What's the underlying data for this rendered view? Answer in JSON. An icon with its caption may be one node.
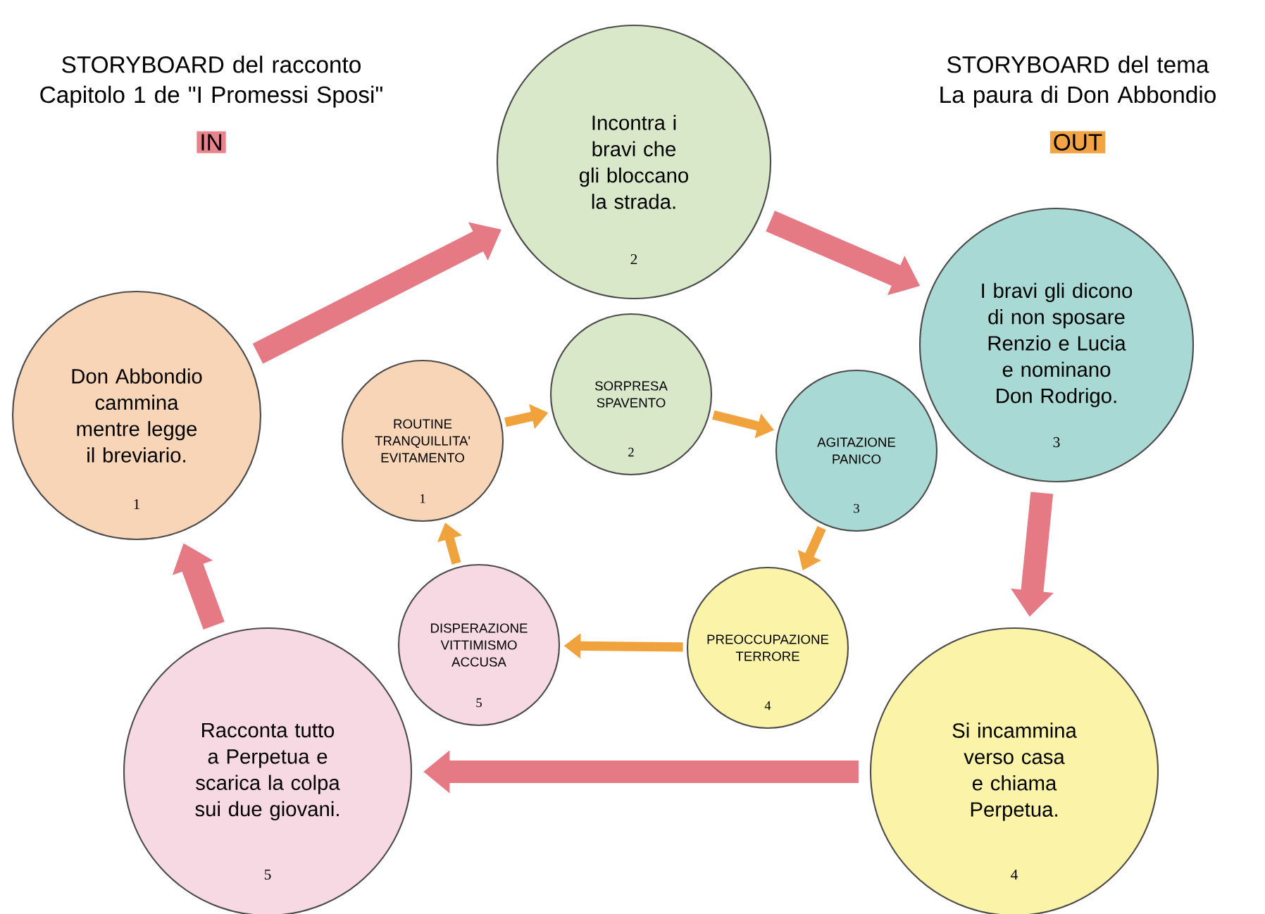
{
  "diagram": {
    "nodes": [
      {
        "text": [
          "Don Abbondio cammina mentre legge il breviario.",
          "1"
        ]
      },
      {
        "text": [
          "Incontra i bravi che gli bloccano la strada.",
          "2"
        ]
      },
      {
        "text": [
          "I bravi gli dicono di non sposare Renzio e Lucia e nominano Don Rodrigo.",
          "3"
        ]
      },
      {
        "text": [
          "Si incammina verso casa e chiama Perpetua.",
          "4"
        ]
      },
      {
        "text": [
          "Racconta tutto a Perpetua e scarica la colpa sui due giovani.",
          "5"
        ]
      },
      {
        "text": [
          "ROUTINE TRANQUILLITA' EVITAMENTO",
          "1"
        ]
      },
      {
        "text": [
          "SORPRESA SPAVENTO",
          "2"
        ]
      },
      {
        "text": [
          "AGITAZIONE PANICO",
          "3"
        ]
      },
      {
        "text": [
          "PREOCCUPAZIONE TERRORE",
          "4"
        ]
      },
      {
        "text": [
          "DISPERAZIONE VITTIMISMO ACCUSA",
          "5"
        ]
      }
    ],
    "edges": [
      {
        "from": 0,
        "to": 1,
        "arrow": "to",
        "style": "thick",
        "color": "#e57a85"
      },
      {
        "from": 1,
        "to": 2,
        "arrow": "to",
        "style": "thick",
        "color": "#e57a85"
      },
      {
        "from": 2,
        "to": 3,
        "arrow": "to",
        "style": "thick",
        "color": "#e57a85"
      },
      {
        "from": 3,
        "to": 4,
        "arrow": "to",
        "style": "thick",
        "color": "#e57a85"
      },
      {
        "from": 4,
        "to": 0,
        "arrow": "to",
        "style": "thick",
        "color": "#e57a85"
      },
      {
        "from": 5,
        "to": 6,
        "arrow": "to",
        "color": "#f0a33c"
      },
      {
        "from": 6,
        "to": 7,
        "arrow": "to",
        "color": "#f0a33c"
      },
      {
        "from": 7,
        "to": 8,
        "arrow": "to",
        "color": "#f0a33c"
      },
      {
        "from": 8,
        "to": 9,
        "arrow": "to",
        "color": "#f0a33c"
      },
      {
        "from": 9,
        "to": 5,
        "arrow": "to",
        "color": "#f0a33c"
      }
    ],
    "labels": [
      "STORYBOARD del racconto Capitolo 1 de \"I Promessi Sposi\"",
      "IN",
      "STORYBOARD del tema La paura di Don Abbondio",
      "OUT"
    ]
  }
}
